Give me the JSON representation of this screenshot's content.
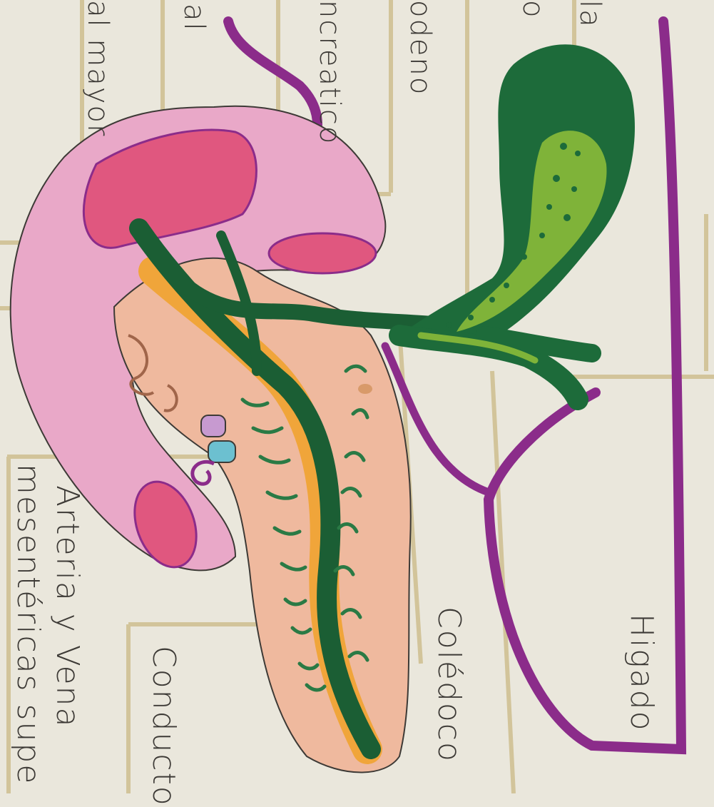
{
  "labels": {
    "top_1": "la",
    "top_2": "o",
    "top_3": "odeno",
    "top_4": "ncreatico",
    "top_5": "al",
    "top_6": "al mayor",
    "higado": "Higado",
    "coledoco": "Colédoco",
    "conducto": "Conducto",
    "arteria_line1": "Arteria y Vena",
    "arteria_line2": "mesentéricas supe"
  },
  "colors": {
    "paper": "#eae7dc",
    "gridline": "#d2c49a",
    "liver_outline": "#8b2c8a",
    "gallbladder": "#1d6b3a",
    "gallbladder_inner": "#7fb339",
    "duodenum": "#e9a8c8",
    "duodenum_cut": "#e0577f",
    "pancreas": "#efb99e",
    "pancreatic_duct": "#f0a53a",
    "vessel_dark": "#1b5e34",
    "vein_blue": "#6cc0d0"
  }
}
